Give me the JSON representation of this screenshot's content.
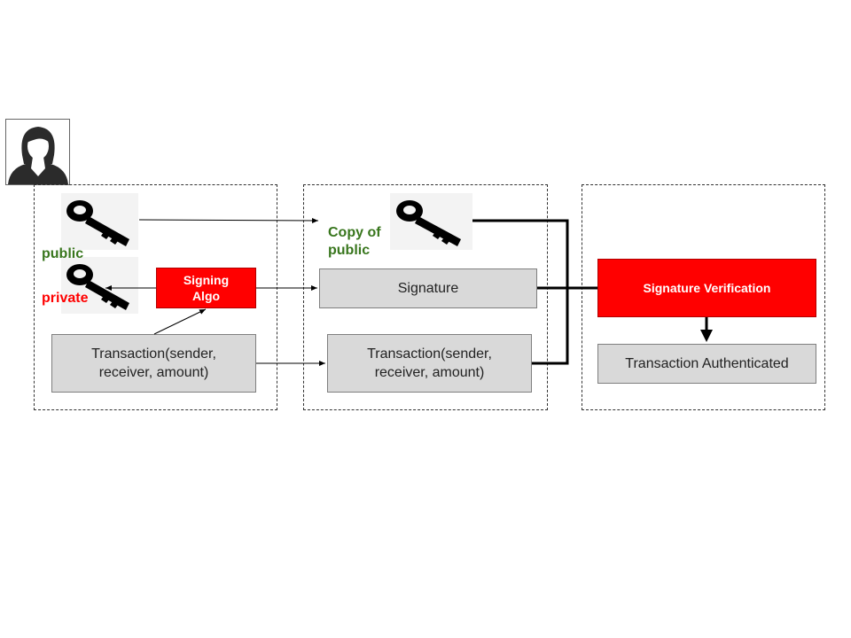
{
  "colors": {
    "public_green": "#38761d",
    "private_red": "#ff0000",
    "box_grey": "#d9d9d9",
    "box_red": "#ff0000"
  },
  "icons": {
    "user": "user-avatar-icon",
    "key": "key-icon"
  },
  "signer": {
    "public_label": "public",
    "private_label": "private",
    "signing_algo": "Signing Algo",
    "transaction": "Transaction(sender, receiver, amount)"
  },
  "message": {
    "public_copy_label": "Copy of public",
    "signature": "Signature",
    "transaction": "Transaction(sender, receiver, amount)"
  },
  "verifier": {
    "verification": "Signature Verification",
    "result": "Transaction Authenticated"
  }
}
